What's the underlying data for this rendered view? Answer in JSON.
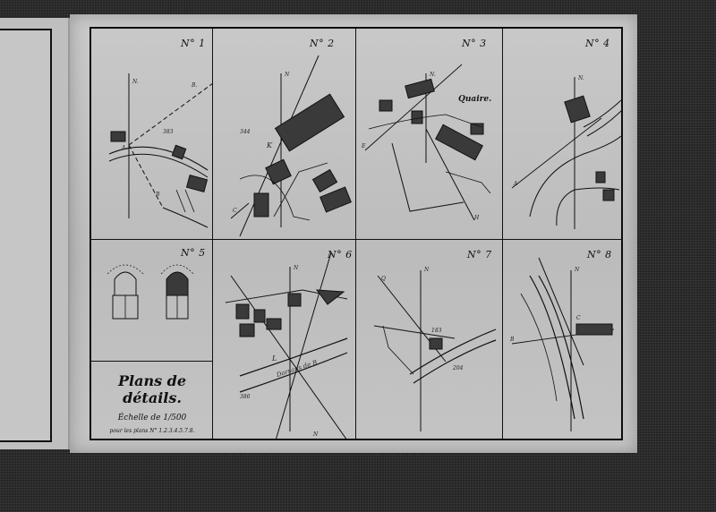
{
  "plans": [
    {
      "id": "p1",
      "label": "N° 1",
      "north": "N.",
      "points": [
        "A.",
        "B.",
        "383",
        "B"
      ]
    },
    {
      "id": "p2",
      "label": "N° 2",
      "north": "N.",
      "points": [
        "K",
        "344",
        "N",
        "C"
      ]
    },
    {
      "id": "p3",
      "label": "N° 3",
      "north": "N.",
      "points": [
        "E",
        "H"
      ],
      "place": "Quaire."
    },
    {
      "id": "p4",
      "label": "N° 4",
      "north": "N.",
      "points": [
        "A"
      ]
    },
    {
      "id": "p5",
      "label": "N° 5",
      "points": []
    },
    {
      "id": "p6",
      "label": "N° 6",
      "north": "N.",
      "points": [
        "L",
        "N",
        "N",
        "386"
      ],
      "road": "Dorsans de B"
    },
    {
      "id": "p7",
      "label": "N° 7",
      "north": "N.",
      "points": [
        "N",
        "183",
        "Q",
        "204"
      ]
    },
    {
      "id": "p8",
      "label": "N° 8",
      "north": "N.",
      "points": [
        "N",
        "B",
        "C"
      ]
    }
  ],
  "cartouche": {
    "title": "Plans de détails.",
    "scale": "Échelle de 1/500",
    "note": "pour les plans N° 1.2.3.4.5.7.8."
  },
  "colors": {
    "ink": "#111111",
    "paper": "#c4c4c4",
    "building": "#3a3a3a"
  }
}
